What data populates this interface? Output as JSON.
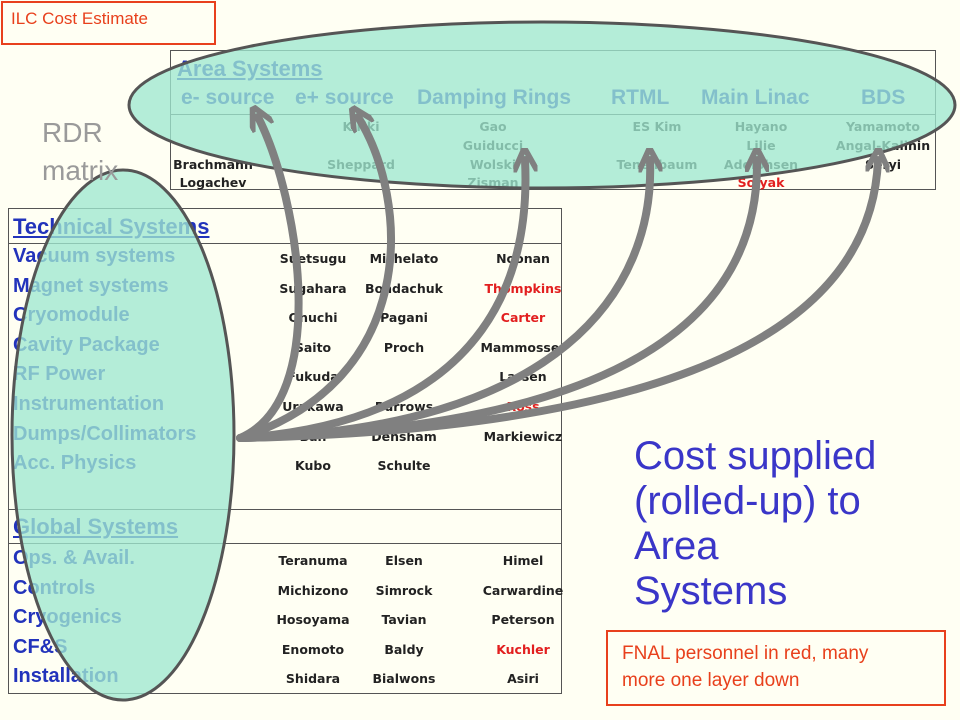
{
  "title_box": "ILC Cost Estimate",
  "rdr_label": [
    "RDR",
    "matrix"
  ],
  "cost_text": [
    "Cost supplied",
    "(rolled-up) to",
    "Area",
    "Systems"
  ],
  "note": [
    "FNAL personnel in red, many",
    "more one layer down"
  ],
  "area_systems": {
    "heading": "Area Systems",
    "columns": [
      {
        "label": "e- source",
        "names": [
          [
            "Brachmann",
            ""
          ],
          [
            "Logachev",
            ""
          ]
        ]
      },
      {
        "label": "e+ source",
        "names": [
          [
            "Kiriki",
            ""
          ],
          [
            "Sheppard",
            ""
          ]
        ]
      },
      {
        "label": "Damping Rings",
        "names": [
          [
            "Gao",
            ""
          ],
          [
            "Guiducci",
            ""
          ],
          [
            "Wolski",
            ""
          ],
          [
            "Zisman",
            ""
          ]
        ]
      },
      {
        "label": "RTML",
        "names": [
          [
            "ES Kim",
            ""
          ],
          [
            "Tenenbaum",
            ""
          ]
        ]
      },
      {
        "label": "Main Linac",
        "names": [
          [
            "Hayano",
            ""
          ],
          [
            "Lilie",
            ""
          ],
          [
            "Adolphsen",
            ""
          ],
          [
            "Solyak",
            "red"
          ]
        ]
      },
      {
        "label": "BDS",
        "names": [
          [
            "Yamamoto",
            ""
          ],
          [
            "Angal-Kalinin",
            ""
          ],
          [
            "Seryi",
            ""
          ]
        ]
      }
    ]
  },
  "technical_systems": {
    "heading": "Technical Systems",
    "rows": [
      {
        "name": "Vacuum systems",
        "people": [
          [
            "Suetsugu",
            ""
          ],
          [
            "Michelato",
            ""
          ],
          [
            "Noonan",
            ""
          ]
        ]
      },
      {
        "name": "Magnet systems",
        "people": [
          [
            "Sugahara",
            ""
          ],
          [
            "Bondachuk",
            ""
          ],
          [
            "Thompkins",
            "red"
          ]
        ]
      },
      {
        "name": "Cryomodule",
        "people": [
          [
            "Ohuchi",
            ""
          ],
          [
            "Pagani",
            ""
          ],
          [
            "Carter",
            "red"
          ]
        ]
      },
      {
        "name": "Cavity Package",
        "people": [
          [
            "Saito",
            ""
          ],
          [
            "Proch",
            ""
          ],
          [
            "Mammosser",
            ""
          ]
        ]
      },
      {
        "name": "RF Power",
        "people": [
          [
            "Fukuda",
            ""
          ],
          [
            "",
            ""
          ],
          [
            "Larsen",
            ""
          ]
        ]
      },
      {
        "name": "Instrumentation",
        "people": [
          [
            "Urakawa",
            ""
          ],
          [
            "Burrows",
            ""
          ],
          [
            "Ross",
            "red"
          ]
        ]
      },
      {
        "name": "Dumps/Collimators",
        "people": [
          [
            "Ban",
            ""
          ],
          [
            "Densham",
            ""
          ],
          [
            "Markiewicz",
            ""
          ]
        ]
      },
      {
        "name": "Acc. Physics",
        "people": [
          [
            "Kubo",
            ""
          ],
          [
            "Schulte",
            ""
          ],
          [
            "",
            ""
          ]
        ]
      }
    ]
  },
  "global_systems": {
    "heading": "Global Systems",
    "rows": [
      {
        "name": "Ops. & Avail.",
        "people": [
          [
            "Teranuma",
            ""
          ],
          [
            "Elsen",
            ""
          ],
          [
            "Himel",
            ""
          ]
        ]
      },
      {
        "name": "Controls",
        "people": [
          [
            "Michizono",
            ""
          ],
          [
            "Simrock",
            ""
          ],
          [
            "Carwardine",
            ""
          ]
        ]
      },
      {
        "name": "Cryogenics",
        "people": [
          [
            "Hosoyama",
            ""
          ],
          [
            "Tavian",
            ""
          ],
          [
            "Peterson",
            ""
          ]
        ]
      },
      {
        "name": "CF&S",
        "people": [
          [
            "Enomoto",
            ""
          ],
          [
            "Baldy",
            ""
          ],
          [
            "Kuchler",
            "red"
          ]
        ]
      },
      {
        "name": "Installation",
        "people": [
          [
            "Shidara",
            ""
          ],
          [
            "Bialwons",
            ""
          ],
          [
            "Asiri",
            ""
          ]
        ]
      }
    ]
  },
  "colors": {
    "heading_blue": "#2233bb",
    "fnal_red": "#e21f1f",
    "ellipse_fill": "#9fe8cf",
    "arrow_gray": "#808080",
    "box_orange": "#e8401c"
  }
}
